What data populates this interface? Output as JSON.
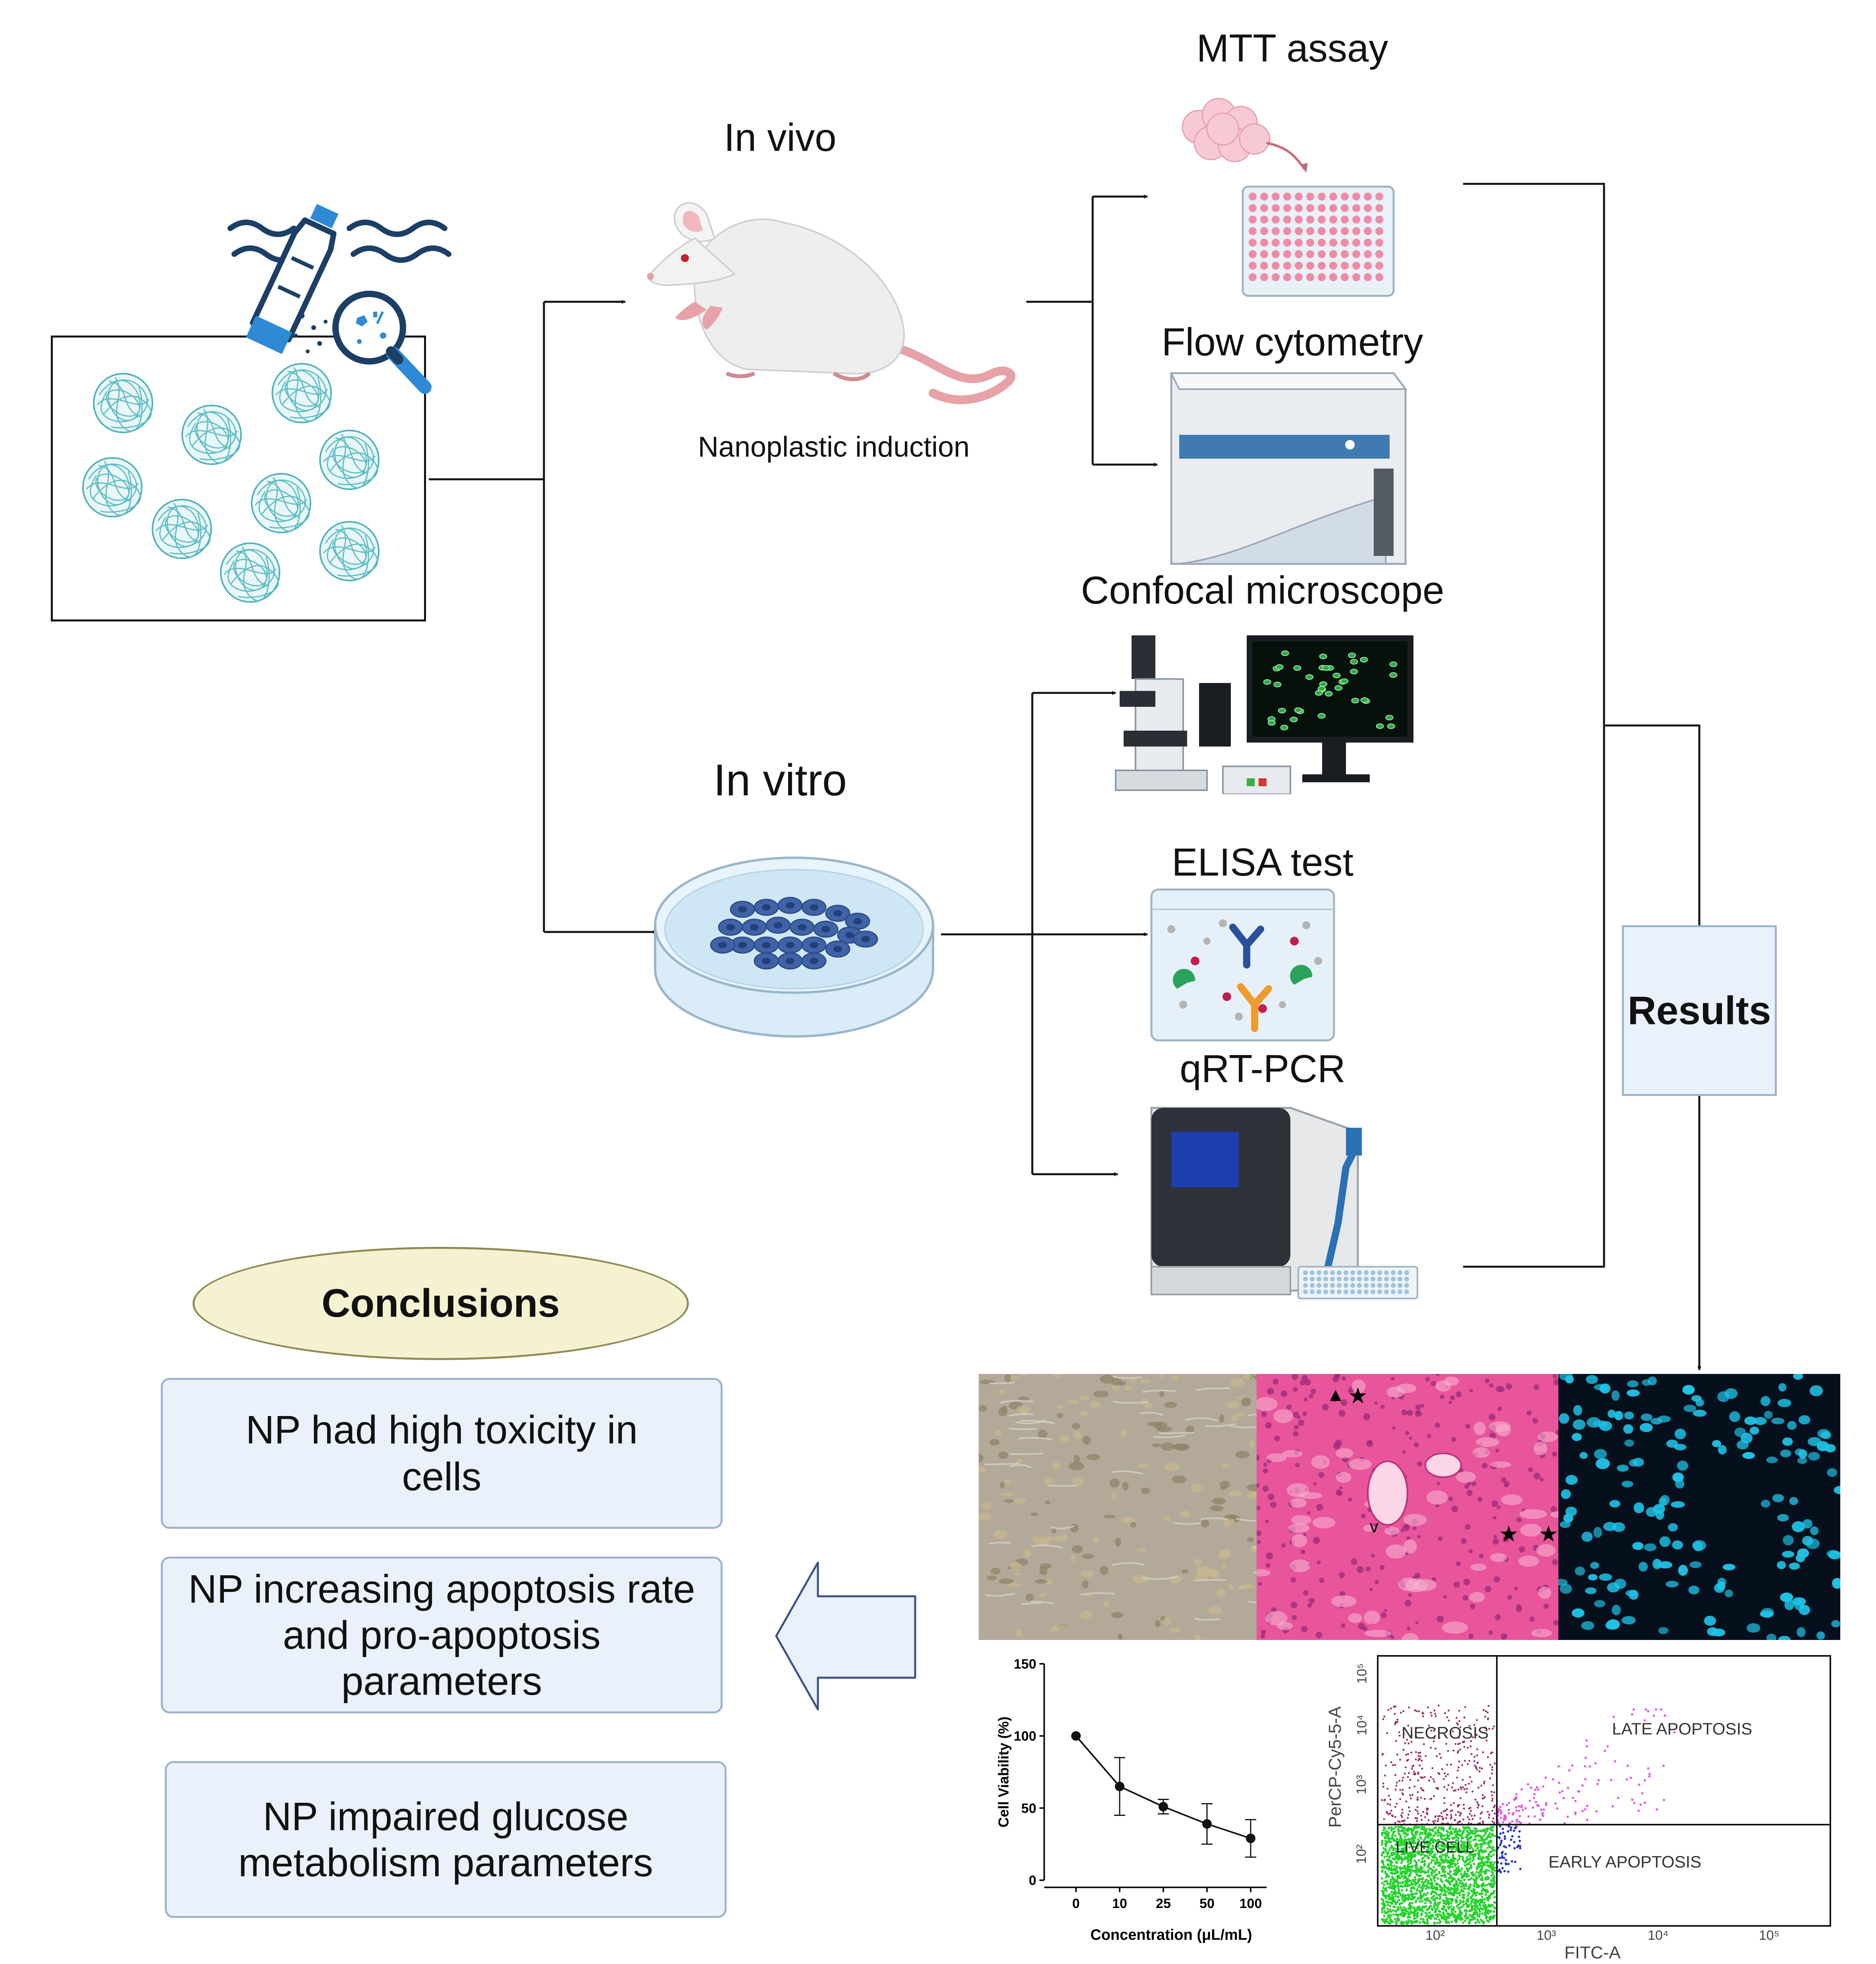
{
  "labels": {
    "in_vivo": "In vivo",
    "nanoplastic_induction": "Nanoplastic induction",
    "in_vitro": "In vitro",
    "mtt_assay": "MTT assay",
    "flow_cytometry": "Flow cytometry",
    "confocal_microscope": "Confocal microscope",
    "elisa_test": "ELISA test",
    "qrt_pcr": "qRT-PCR",
    "results": "Results",
    "conclusions": "Conclusions"
  },
  "conclusions": [
    "NP had high toxicity in cells",
    "NP increasing apoptosis rate and pro-apoptosis parameters",
    "NP impaired glucose metabolism parameters"
  ],
  "histology_marks": {
    "star": "★",
    "triangle": "▲",
    "v": "v"
  },
  "flow_plot": {
    "xlabel": "FITC-A",
    "ylabel": "PerCP-Cy5-5-A",
    "quadrants": {
      "necrosis": "NECROSIS",
      "late": "LATE APOPTOSIS",
      "live": "LIVE CELL",
      "early": "EARLY APOPTOSIS"
    },
    "x_ticks": [
      "10²",
      "10³",
      "10⁴",
      "10⁵"
    ],
    "y_ticks": [
      "10²",
      "10³",
      "10⁴",
      "10⁵"
    ]
  },
  "chart_data": {
    "type": "line",
    "xlabel": "Concentration (μL/mL)",
    "ylabel": "Cell Viability (%)",
    "categories": [
      "0",
      "10",
      "25",
      "50",
      "100"
    ],
    "values": [
      100,
      65,
      51,
      39,
      29
    ],
    "error": [
      0,
      20,
      5,
      14,
      13
    ],
    "ylim": [
      0,
      150
    ],
    "yticks": [
      "0",
      "50",
      "100",
      "150"
    ],
    "grid": false
  },
  "colors": {
    "box_fill": "#eaf1fb",
    "box_border": "#9fb3cf",
    "ellipse_fill": "#f4f2d0",
    "histology": "#e8559a",
    "confocal_bg": "#05101c",
    "confocal_nuclei": "#1fc3e8",
    "live_cells": "#22d32a"
  }
}
